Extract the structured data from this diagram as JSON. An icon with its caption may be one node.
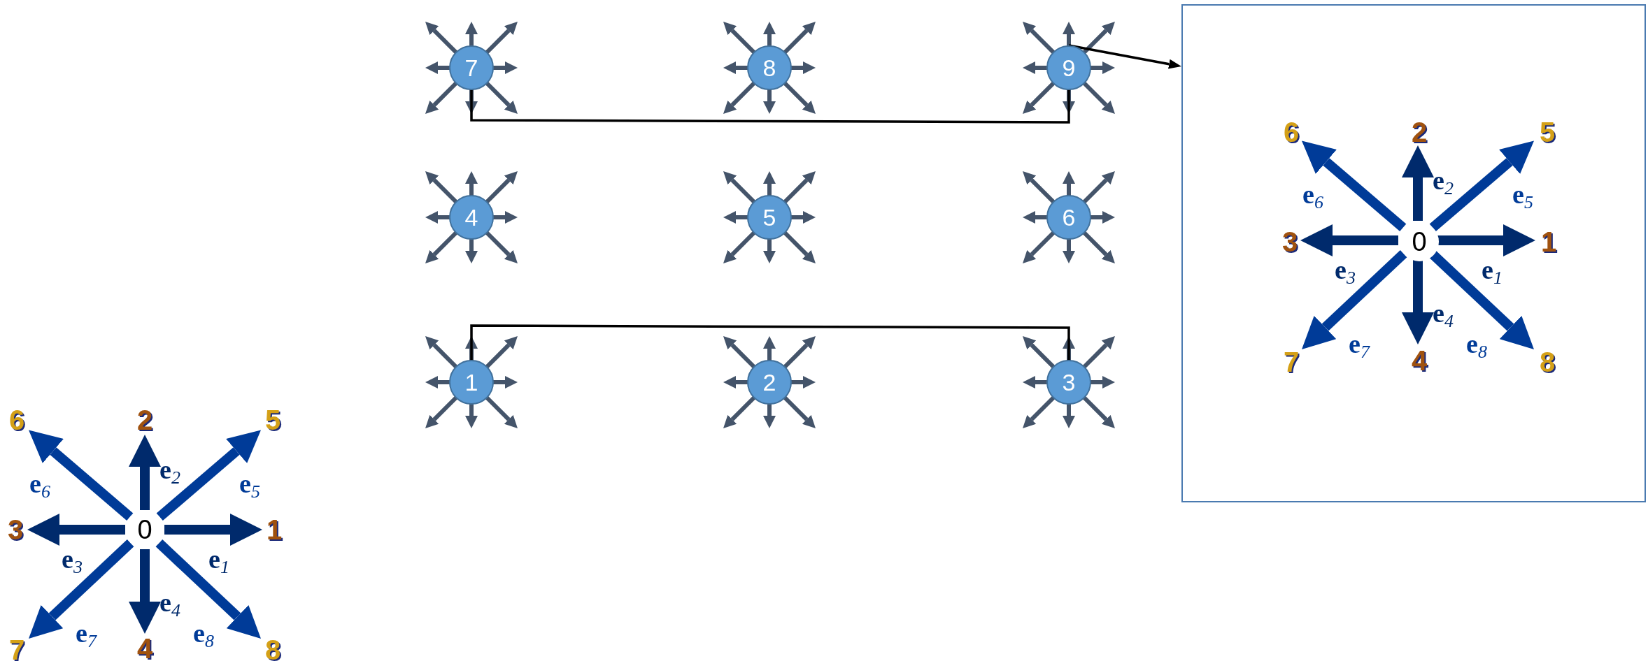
{
  "diagram": {
    "nodes": [
      {
        "text": [
          "7"
        ]
      },
      {
        "text": [
          "8"
        ]
      },
      {
        "text": [
          "9"
        ]
      },
      {
        "text": [
          "4"
        ]
      },
      {
        "text": [
          "5"
        ]
      },
      {
        "text": [
          "6"
        ]
      },
      {
        "text": [
          "1"
        ]
      },
      {
        "text": [
          "2"
        ]
      },
      {
        "text": [
          "3"
        ]
      },
      {
        "text": [],
        "shape": "box"
      },
      {
        "text": [
          "0"
        ],
        "in": 9
      },
      {
        "text": [
          "1"
        ],
        "in": 9
      },
      {
        "text": [
          "2"
        ],
        "in": 9
      },
      {
        "text": [
          "3"
        ],
        "in": 9
      },
      {
        "text": [
          "4"
        ],
        "in": 9
      },
      {
        "text": [
          "5"
        ],
        "in": 9
      },
      {
        "text": [
          "6"
        ],
        "in": 9
      },
      {
        "text": [
          "7"
        ],
        "in": 9
      },
      {
        "text": [
          "8"
        ],
        "in": 9
      },
      {
        "text": [
          "0"
        ]
      },
      {
        "text": [
          "1"
        ]
      },
      {
        "text": [
          "2"
        ]
      },
      {
        "text": [
          "3"
        ]
      },
      {
        "text": [
          "4"
        ]
      },
      {
        "text": [
          "5"
        ]
      },
      {
        "text": [
          "6"
        ]
      },
      {
        "text": [
          "7"
        ]
      },
      {
        "text": [
          "8"
        ]
      }
    ],
    "edges": [
      {
        "from": 0,
        "to": 2,
        "arrow": "none",
        "color": "#000000"
      },
      {
        "from": 6,
        "to": 8,
        "arrow": "none",
        "color": "#000000"
      },
      {
        "from": 2,
        "to": 9,
        "arrow": "to",
        "color": "#000000"
      },
      {
        "from": 10,
        "to": 11,
        "arrow": "to",
        "label": "**e**$_{1}$"
      },
      {
        "from": 10,
        "to": 12,
        "arrow": "to",
        "label": "**e**$_{2}$"
      },
      {
        "from": 10,
        "to": 13,
        "arrow": "to",
        "label": "**e**$_{3}$"
      },
      {
        "from": 10,
        "to": 14,
        "arrow": "to",
        "label": "**e**$_{4}$"
      },
      {
        "from": 10,
        "to": 15,
        "arrow": "to",
        "label": "**e**$_{5}$",
        "color": "#003b98"
      },
      {
        "from": 10,
        "to": 16,
        "arrow": "to",
        "label": "**e**$_{6}$",
        "color": "#003b98"
      },
      {
        "from": 10,
        "to": 17,
        "arrow": "to",
        "label": "**e**$_{7}$",
        "color": "#003b98"
      },
      {
        "from": 10,
        "to": 18,
        "arrow": "to",
        "label": "**e**$_{8}$",
        "color": "#003b98"
      },
      {
        "from": 19,
        "to": 20,
        "arrow": "to",
        "label": "**e**$_{1}$"
      },
      {
        "from": 19,
        "to": 21,
        "arrow": "to",
        "label": "**e**$_{2}$"
      },
      {
        "from": 19,
        "to": 22,
        "arrow": "to",
        "label": "**e**$_{3}$"
      },
      {
        "from": 19,
        "to": 23,
        "arrow": "to",
        "label": "**e**$_{4}$"
      },
      {
        "from": 19,
        "to": 24,
        "arrow": "to",
        "label": "**e**$_{5}$",
        "color": "#003b98"
      },
      {
        "from": 19,
        "to": 25,
        "arrow": "to",
        "label": "**e**$_{6}$",
        "color": "#003b98"
      },
      {
        "from": 19,
        "to": 26,
        "arrow": "to",
        "label": "**e**$_{7}$",
        "color": "#003b98"
      },
      {
        "from": 19,
        "to": 27,
        "arrow": "to",
        "label": "**e**$_{8}$",
        "color": "#003b98"
      }
    ]
  }
}
